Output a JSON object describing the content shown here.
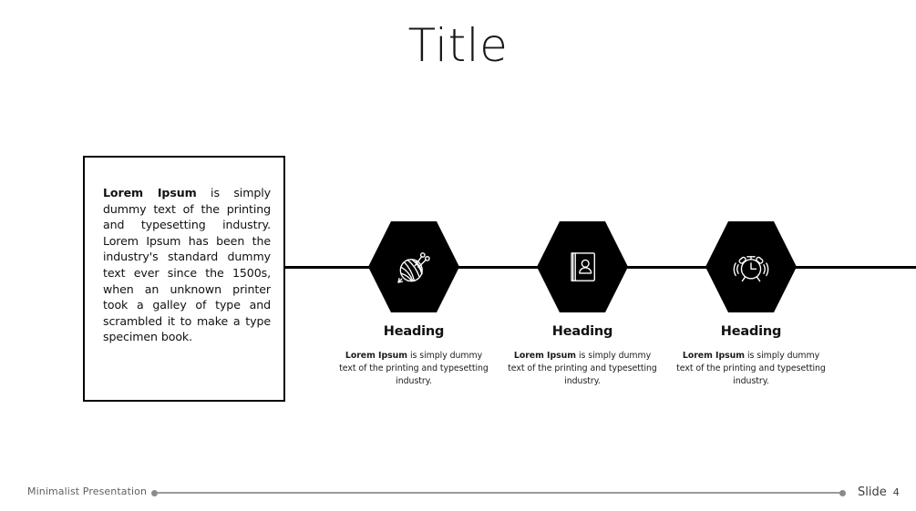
{
  "slide": {
    "title": "Title",
    "body_box": {
      "lead": "Lorem Ipsum",
      "text": " is simply dummy text of the printing and typesetting industry. Lorem Ipsum has been the industry's standard dummy text ever since the 1500s, when an unknown printer took a galley of type and scrambled it to make a type specimen book."
    },
    "columns": [
      {
        "icon": "yarn-ball-knitting-needles-icon",
        "heading": "Heading",
        "body_lead": "Lorem Ipsum",
        "body_text": " is simply dummy text of the printing and typesetting industry."
      },
      {
        "icon": "address-book-contact-icon",
        "heading": "Heading",
        "body_lead": "Lorem Ipsum",
        "body_text": " is simply dummy text of the printing and typesetting industry."
      },
      {
        "icon": "alarm-clock-icon",
        "heading": "Heading",
        "body_lead": "Lorem Ipsum",
        "body_text": " is simply dummy text of the printing and typesetting industry."
      }
    ],
    "footer": {
      "label": "Minimalist Presentation",
      "slide_word": "Slide",
      "slide_number": "4"
    },
    "colors": {
      "background": "#ffffff",
      "foreground": "#000000",
      "hexagon_fill": "#000000",
      "icon_stroke": "#ffffff",
      "footer_gray": "#8a8a8a",
      "footer_text": "#5f5f5f"
    }
  }
}
